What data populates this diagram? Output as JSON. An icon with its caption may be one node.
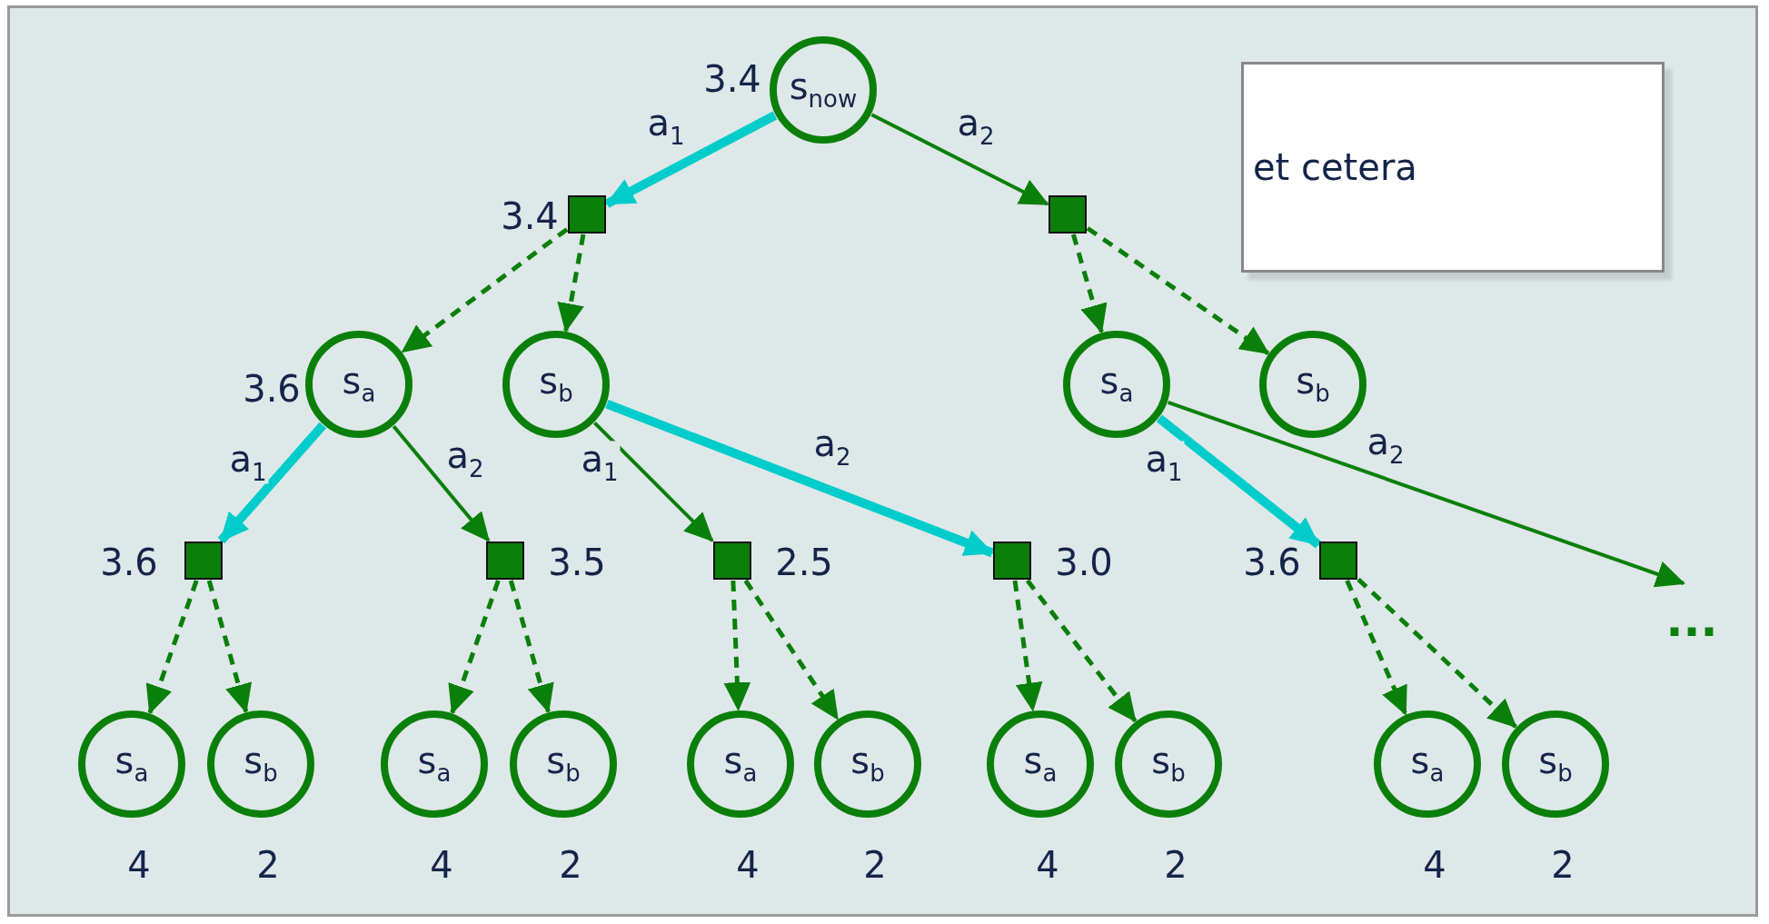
{
  "diagram": {
    "nodes": [
      {
        "text": [
          "s$_{now}$"
        ],
        "beside": [
          "3.4"
        ]
      },
      {
        "text": [],
        "shape": "box",
        "beside": [
          "3.4"
        ]
      },
      {
        "text": [],
        "shape": "box"
      },
      {
        "text": [
          "s$_{a}$"
        ],
        "beside": [
          "3.6"
        ]
      },
      {
        "text": [
          "s$_{b}$"
        ]
      },
      {
        "text": [
          "s$_{a}$"
        ]
      },
      {
        "text": [
          "s$_{b}$"
        ]
      },
      {
        "text": [],
        "shape": "box",
        "beside": [
          "3.6"
        ]
      },
      {
        "text": [],
        "shape": "box",
        "beside": [
          "3.5"
        ]
      },
      {
        "text": [],
        "shape": "box",
        "beside": [
          "2.5"
        ]
      },
      {
        "text": [],
        "shape": "box",
        "beside": [
          "3.0"
        ]
      },
      {
        "text": [],
        "shape": "box",
        "beside": [
          "3.6"
        ]
      },
      {
        "text": [
          "s$_{a}$"
        ],
        "beside": [
          "4"
        ]
      },
      {
        "text": [
          "s$_{b}$"
        ],
        "beside": [
          "2"
        ]
      },
      {
        "text": [
          "s$_{a}$"
        ],
        "beside": [
          "4"
        ]
      },
      {
        "text": [
          "s$_{b}$"
        ],
        "beside": [
          "2"
        ]
      },
      {
        "text": [
          "s$_{a}$"
        ],
        "beside": [
          "4"
        ]
      },
      {
        "text": [
          "s$_{b}$"
        ],
        "beside": [
          "2"
        ]
      },
      {
        "text": [
          "s$_{a}$"
        ],
        "beside": [
          "4"
        ]
      },
      {
        "text": [
          "s$_{b}$"
        ],
        "beside": [
          "2"
        ]
      },
      {
        "text": [
          "s$_{a}$"
        ],
        "beside": [
          "4"
        ]
      },
      {
        "text": [
          "s$_{b}$"
        ],
        "beside": [
          "2"
        ]
      },
      {
        "text": [
          "et cetera"
        ]
      }
    ],
    "edges": [
      {
        "from": 0,
        "to": 1,
        "arrow": "to",
        "label": "a$_{1}$",
        "style": "thick",
        "color": "#00cccc"
      },
      {
        "from": 0,
        "to": 2,
        "arrow": "to",
        "label": "a$_{2}$"
      },
      {
        "from": 1,
        "to": 3,
        "arrow": "to",
        "style": "dashed"
      },
      {
        "from": 1,
        "to": 4,
        "arrow": "to",
        "style": "dashed"
      },
      {
        "from": 2,
        "to": 5,
        "arrow": "to",
        "style": "dashed"
      },
      {
        "from": 2,
        "to": 6,
        "arrow": "to",
        "style": "dashed"
      },
      {
        "from": 3,
        "to": 7,
        "arrow": "to",
        "label": "a$_{1}$",
        "style": "thick",
        "color": "#00cccc"
      },
      {
        "from": 3,
        "to": 8,
        "arrow": "to",
        "label": "a$_{2}$"
      },
      {
        "from": 4,
        "to": 9,
        "arrow": "to",
        "label": "a$_{1}$"
      },
      {
        "from": 4,
        "to": 10,
        "arrow": "to",
        "label": "a$_{2}$",
        "style": "thick",
        "color": "#00cccc"
      },
      {
        "from": 5,
        "to": 11,
        "arrow": "to",
        "label": "a$_{1}$",
        "style": "thick",
        "color": "#00cccc"
      },
      {
        "from": 5,
        "to": null,
        "arrow": "to",
        "label": "a$_{2}$"
      },
      {
        "from": 7,
        "to": 12,
        "arrow": "to",
        "style": "dashed"
      },
      {
        "from": 7,
        "to": 13,
        "arrow": "to",
        "style": "dashed"
      },
      {
        "from": 8,
        "to": 14,
        "arrow": "to",
        "style": "dashed"
      },
      {
        "from": 8,
        "to": 15,
        "arrow": "to",
        "style": "dashed"
      },
      {
        "from": 9,
        "to": 16,
        "arrow": "to",
        "style": "dashed"
      },
      {
        "from": 9,
        "to": 17,
        "arrow": "to",
        "style": "dashed"
      },
      {
        "from": 10,
        "to": 18,
        "arrow": "to",
        "style": "dashed"
      },
      {
        "from": 10,
        "to": 19,
        "arrow": "to",
        "style": "dashed"
      },
      {
        "from": 11,
        "to": 20,
        "arrow": "to",
        "style": "dashed"
      },
      {
        "from": 11,
        "to": 21,
        "arrow": "to",
        "style": "dashed"
      }
    ],
    "labels": [
      "..."
    ]
  }
}
